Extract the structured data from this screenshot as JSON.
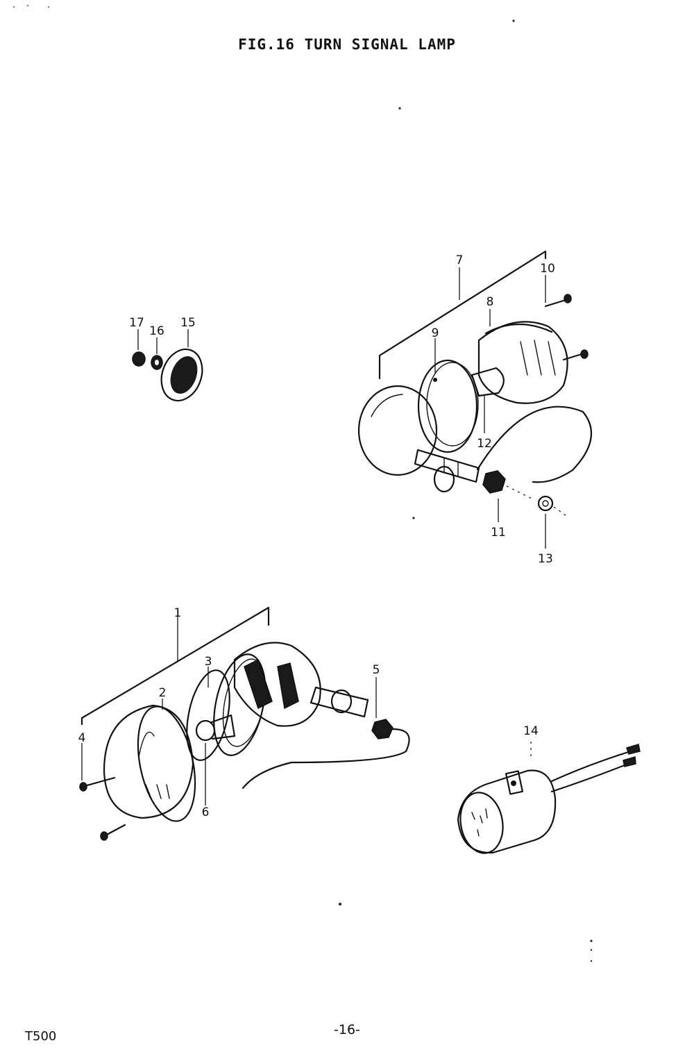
{
  "page": {
    "title": "FIG.16  TURN SIGNAL LAMP",
    "model": "T500",
    "page_number": "-16-"
  },
  "callouts": [
    "1",
    "2",
    "3",
    "4",
    "5",
    "6",
    "7",
    "8",
    "9",
    "10",
    "11",
    "12",
    "13",
    "14",
    "15",
    "16",
    "17"
  ],
  "colors": {
    "ink": "#111111",
    "paper": "#ffffff"
  }
}
